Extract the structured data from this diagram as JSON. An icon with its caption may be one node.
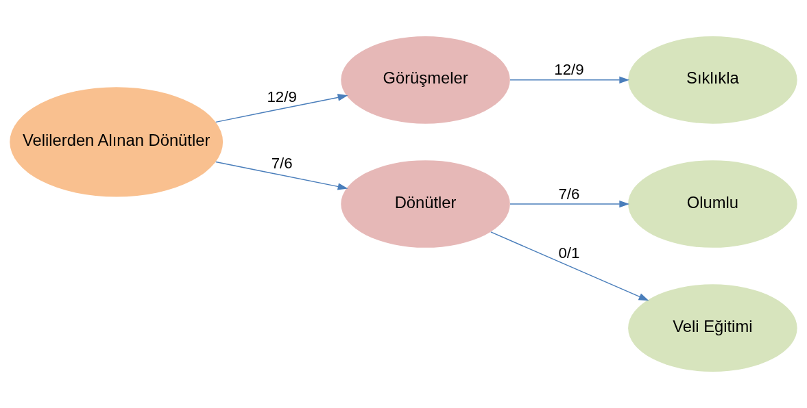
{
  "diagram": {
    "nodes": [
      {
        "text": [
          "Velilerden Alınan Dönütler"
        ]
      },
      {
        "text": [
          "Görüşmeler"
        ]
      },
      {
        "text": [
          "Dönütler"
        ]
      },
      {
        "text": [
          "Sıklıkla"
        ]
      },
      {
        "text": [
          "Olumlu"
        ]
      },
      {
        "text": [
          "Veli Eğitimi"
        ]
      }
    ],
    "edges": [
      {
        "from": 0,
        "to": 1,
        "arrow": "to",
        "label": "12/9"
      },
      {
        "from": 0,
        "to": 2,
        "arrow": "to",
        "label": "7/6"
      },
      {
        "from": 1,
        "to": 3,
        "arrow": "to",
        "label": "12/9"
      },
      {
        "from": 2,
        "to": 4,
        "arrow": "to",
        "label": "7/6"
      },
      {
        "from": 2,
        "to": 5,
        "arrow": "to",
        "label": "0/1"
      }
    ]
  }
}
